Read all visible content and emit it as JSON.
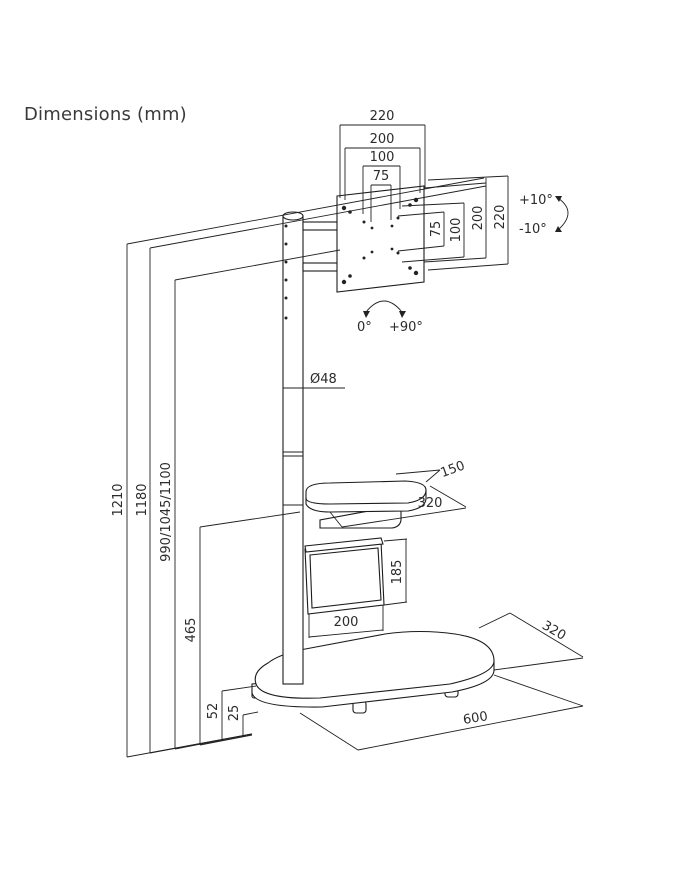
{
  "title": "Dimensions (mm)",
  "vesa": {
    "width_outer": "220",
    "width_200": "200",
    "width_100": "100",
    "width_75": "75",
    "height_75": "75",
    "height_100": "100",
    "height_200": "200",
    "height_220": "220"
  },
  "tilt": {
    "up": "+10°",
    "down": "-10°"
  },
  "rotation": {
    "start": "0°",
    "end": "+90°"
  },
  "pole": {
    "diameter": "Ø48"
  },
  "shelf": {
    "depth": "150",
    "width": "320"
  },
  "basket": {
    "height": "185",
    "width": "200"
  },
  "base": {
    "depth": "320",
    "width": "600",
    "height_52": "52",
    "height_25": "25"
  },
  "heights": {
    "overall_1210": "1210",
    "overall_1180": "1180",
    "mount_levels": "990/1045/1100",
    "shelf_465": "465"
  }
}
